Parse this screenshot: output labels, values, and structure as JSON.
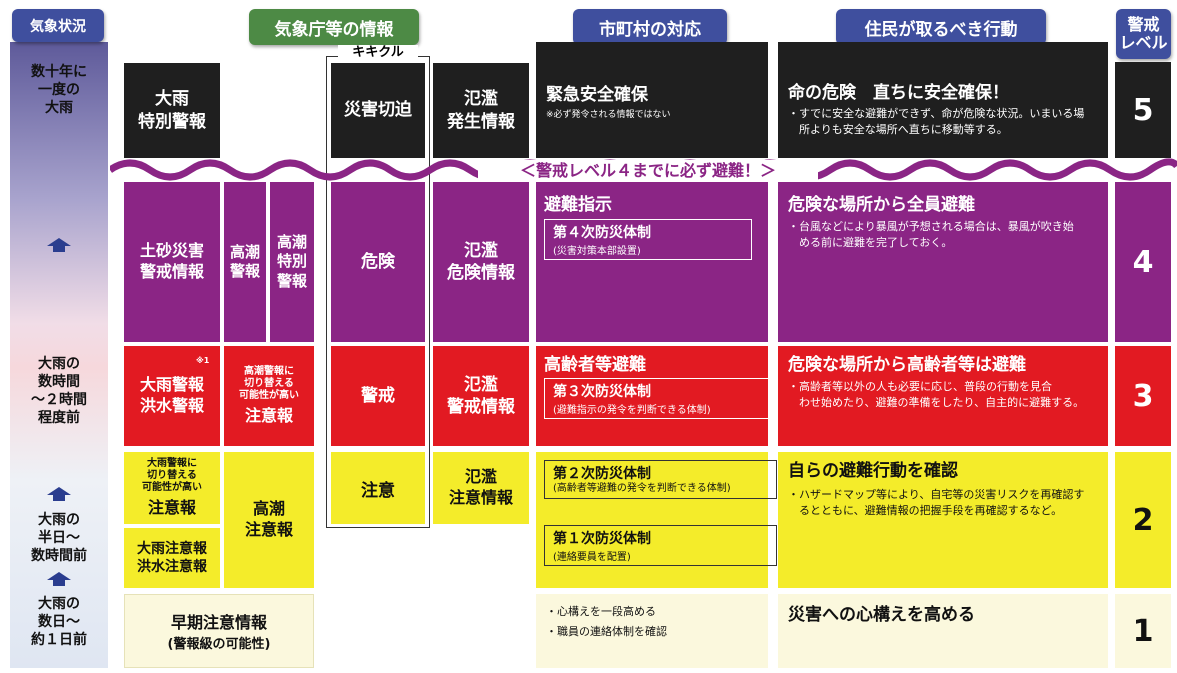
{
  "headers": {
    "weather": "気象状況",
    "jma": "気象庁等の情報",
    "municipality": "市町村の対応",
    "residents": "住民が取るべき行動",
    "level": "警戒\nレベル"
  },
  "weather_conditions": {
    "l5": "数十年に\n一度の\n大雨",
    "l3": "大雨の\n数時間\n～２時間\n程度前",
    "l2": "大雨の\n半日～\n数時間前",
    "l1": "大雨の\n数日～\n約１日前"
  },
  "kikikuru_label": "キキクル",
  "banner": "＜警戒レベル４までに必ず避難！＞",
  "jma_info": {
    "l5_heavy_rain_special": "大雨\n特別警報",
    "l5_disaster_imminent": "災害切迫",
    "l5_flood_occurrence": "氾濫\n発生情報",
    "l4_landslide": "土砂災害\n警戒情報",
    "l4_storm_surge": "高潮\n警報",
    "l4_storm_surge_special": "高潮\n特別\n警報",
    "l4_danger": "危険",
    "l4_flood_danger": "氾濫\n危険情報",
    "l3_heavy_rain_flood": "大雨警報\n洪水警報",
    "l3_note_mark": "※1",
    "l3_advisory_small": "高潮警報に\n切り替える\n可能性が高い",
    "l3_advisory_big": "注意報",
    "l3_warning": "警戒",
    "l3_flood_warning": "氾濫\n警戒情報",
    "l2_advisory_small": "大雨警報に\n切り替える\n可能性が高い",
    "l2_advisory_big": "注意報",
    "l2_storm_surge_advisory": "高潮\n注意報",
    "l2_caution": "注意",
    "l2_flood_caution": "氾濫\n注意情報",
    "l2_heavy_rain_flood_adv": "大雨注意報\n洪水注意報",
    "l1_early_title": "早期注意情報",
    "l1_early_sub": "(警報級の可能性)"
  },
  "municipality": {
    "l5_title": "緊急安全確保",
    "l5_note": "※必ず発令される情報ではない",
    "l4_title": "避難指示",
    "l4_box_title": "第４次防災体制",
    "l4_box_sub": "(災害対策本部設置)",
    "l3_title": "高齢者等避難",
    "l3_box_title": "第３次防災体制",
    "l3_box_sub": "(避難指示の発令を判断できる体制)",
    "l2a_box_title": "第２次防災体制",
    "l2a_box_sub": "(高齢者等避難の発令を判断できる体制)",
    "l2b_box_title": "第１次防災体制",
    "l2b_box_sub": "(連絡要員を配置)",
    "l1_item1": "・心構えを一段高める",
    "l1_item2": "・職員の連絡体制を確認"
  },
  "residents": {
    "l5_title": "命の危険　直ちに安全確保！",
    "l5_text": "・すでに安全な避難ができず、命が危険な状況。いまいる場\n　所よりも安全な場所へ直ちに移動等する。",
    "l4_title": "危険な場所から全員避難",
    "l4_text": "・台風などにより暴風が予想される場合は、暴風が吹き始\n　める前に避難を完了しておく。",
    "l3_title": "危険な場所から高齢者等は避難",
    "l3_text": "・高齢者等以外の人も必要に応じ、普段の行動を見合\n　わせ始めたり、避難の準備をしたり、自主的に避難する。",
    "l2_title": "自らの避難行動を確認",
    "l2_text": "・ハザードマップ等により、自宅等の災害リスクを再確認す\n　るとともに、避難情報の把握手段を再確認するなど。",
    "l1_title": "災害への心構えを高める"
  },
  "levels": [
    "5",
    "4",
    "3",
    "2",
    "1"
  ],
  "colors": {
    "level5": "#1f1f1f",
    "level4": "#8b2585",
    "level3": "#e21a22",
    "level2": "#f4ec2a",
    "level1": "#fbf8dd",
    "header_blue": "#3f4f9e",
    "header_green": "#4d8a45"
  },
  "icons": {
    "arrow": "up-arrow-icon",
    "wave": "wave-divider"
  }
}
